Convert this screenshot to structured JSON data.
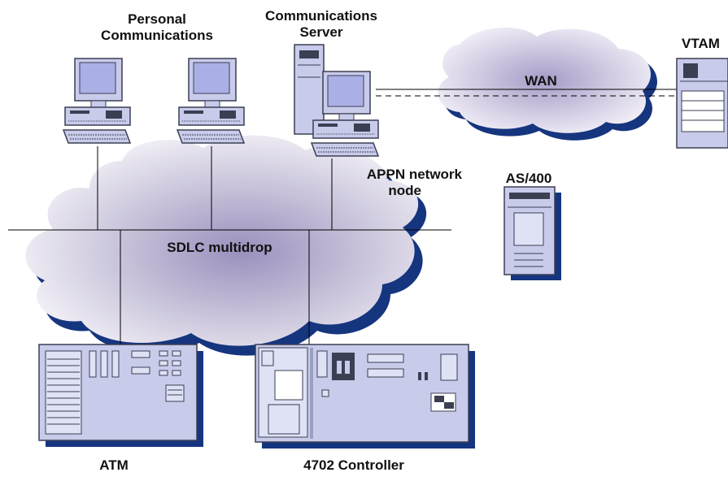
{
  "labels": {
    "personal_communications": [
      "Personal",
      "Communications"
    ],
    "communications_server": [
      "Communications",
      "Server"
    ],
    "vtam": "VTAM",
    "wan": "WAN",
    "appn_network_node": [
      "APPN network",
      "node"
    ],
    "as400": "AS/400",
    "sdlc_multidrop": "SDLC multidrop",
    "atm": "ATM",
    "controller_4702": "4702 Controller"
  },
  "colors": {
    "cloud_shadow": "#16357f",
    "cloud_light": "#f4f2f8",
    "cloud_mid": "#cbc6dc",
    "cloud_dark": "#9b8fbd",
    "device_fill": "#c9cbeb",
    "device_dark": "#3b3f52",
    "screen": "#aab0e6",
    "line": "#000000"
  }
}
